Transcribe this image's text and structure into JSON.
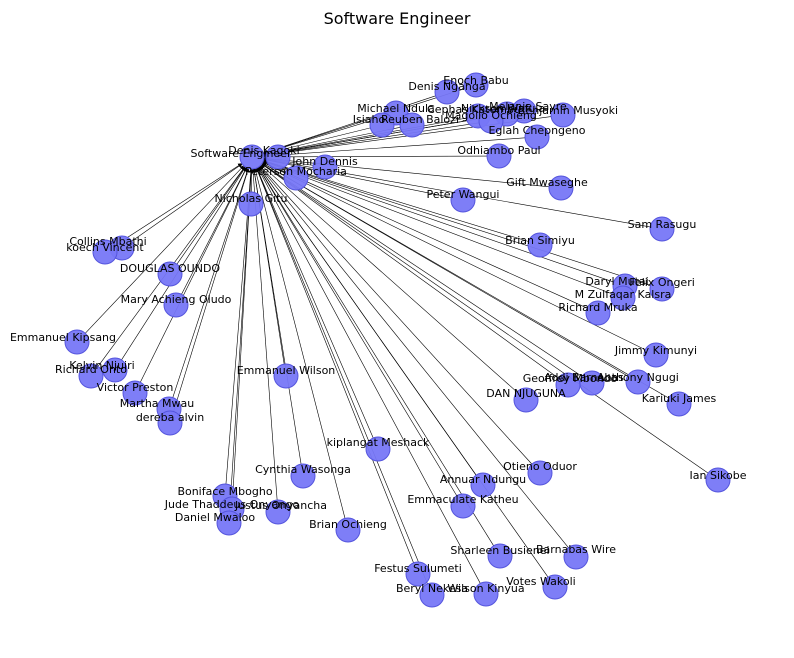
{
  "title": "Software Engineer",
  "colors": {
    "node_fill": "#7777f7",
    "node_stroke": "#5555dd",
    "edge": "#000000"
  },
  "hub": "Software Engineer",
  "nodes": [
    "Software Engineer",
    "Enoch Babu",
    "Denis Nganga",
    "Melanie Sayre",
    "Benjamin Musyoki",
    "Nickson Wafula",
    "Cephas Katembu",
    "Magollo Ochieng",
    "Michael Ndula",
    "Isiaho",
    "Reuben Balozi",
    "Eglah Chepngeno",
    "Odhiambo Paul",
    "Denis Kagoki",
    "John Dennis",
    "Peterson Mocharia",
    "Gift Mwaseghe",
    "Peter Wangui",
    "Sam Rasugu",
    "Nicholas Gitu",
    "Collins Mbathi",
    "koech Vincent",
    "DOUGLAS OUNDO",
    "Brian Simiyu",
    "Daryl Mutai",
    "Felix Ongeri",
    "M Zulfaqar Kalsra",
    "Richard Mruka",
    "Mary Achieng Oludo",
    "Emmanuel Kipsang",
    "Jimmy Kimunyi",
    "Kelvin Njuiri",
    "Richard Onto",
    "Emmanuel Wilson",
    "Geoffrey Mbondo",
    "Addi Barnabas",
    "Anthony Ngugi",
    "Victor Preston",
    "DAN NJUGUNA",
    "Kariuki James",
    "Martha Mwau",
    "dereba alvin",
    "kiplangat Meshack",
    "Otieno Oduor",
    "Cynthia Wasonga",
    "Annuar Ndungu",
    "Ian Sikobe",
    "Boniface Mbogho",
    "Emmaculate Katheu",
    "Jude Thaddeus Onyango",
    "Justus Onyancha",
    "Daniel Mwaloo",
    "Brian Ochieng",
    "Sharleen Busienei",
    "Barnabas Wire",
    "Festus Sulumeti",
    "Votes Wakoli",
    "Beryl Nekesa",
    "Wilson Kinyua"
  ]
}
